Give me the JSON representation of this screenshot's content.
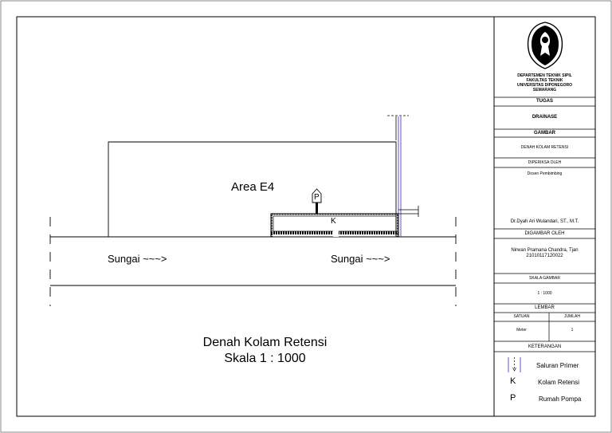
{
  "drawing": {
    "area_label": "Area E4",
    "river_left": "Sungai ~~~>",
    "river_right": "Sungai ~~~>",
    "pond_marker": "K",
    "pump_marker": "P",
    "title_line1": "Denah Kolam Retensi",
    "title_line2": "Skala 1 : 1000"
  },
  "title_block": {
    "department": "DEPARTEMEN TEKNIK SIPIL",
    "faculty": "FAKULTAS TEKNIK",
    "university": "UNIVERSITAS DIPONEGORO",
    "city": "SEMARANG",
    "tugas_header": "TUGAS",
    "tugas_value": "DRAINASE",
    "gambar_header": "GAMBAR",
    "gambar_value": "DENAH KOLAM RETENSI",
    "diperiksa_header": "DIPERIKSA OLEH",
    "diperiksa_role": "Dosen Pembimbing",
    "diperiksa_name": "Dr.Dyah Ari Wulandari, ST., M.T.",
    "digambar_header": "DIGAMBAR OLEH",
    "digambar_name": "Nirwan Pramana Chandra, Tjan",
    "digambar_id": "21010117120022",
    "skala_header": "SKALA GAMBAR",
    "skala_value": "1 : 1000",
    "lembar_header": "LEMBAR",
    "satuan_header": "SATUAN",
    "jumlah_header": "JUMLAH",
    "satuan_value": "Meter",
    "jumlah_value": "1",
    "keterangan_header": "KETERANGAN",
    "legend": [
      {
        "symbol": "channel-symbol",
        "label": "Saluran Primer"
      },
      {
        "symbol": "K",
        "label": "Kolam Retensi"
      },
      {
        "symbol": "P",
        "label": "Rumah Pompa"
      }
    ]
  },
  "colors": {
    "line": "#000000",
    "primary_channel": "#5a3fc0"
  }
}
